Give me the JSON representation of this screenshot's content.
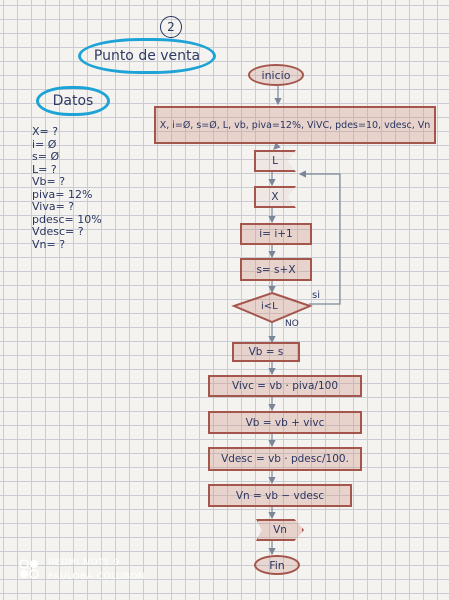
{
  "header": {
    "number": "2",
    "title": "Punto de venta",
    "datos": "Datos"
  },
  "variables": [
    "X= ?",
    "i= Ø",
    "s= Ø",
    "L= ?",
    "Vb= ?",
    "piva= 12%",
    "Viva= ?",
    "pdesc= 10%",
    "Vdesc= ?",
    "Vn= ?"
  ],
  "flow": {
    "start": "inicio",
    "init": "X, i=Ø, s=Ø, L, vb, piva=12%, ViVC, pdes=10, vdesc, Vn",
    "read_l": "L",
    "read_x": "X",
    "incr": "i= i+1",
    "sum": "s= s+X",
    "decision": "i<L",
    "yes_label": "si",
    "no_label": "NO",
    "vb": "Vb = s",
    "viva": "Vivc = vb · piva/100",
    "vb2": "Vb = vb + vivc",
    "vdesc": "Vdesc = vb · pdesc/100.",
    "vn": "Vn = vb − vdesc",
    "output": "Vn",
    "end": "Fin"
  },
  "watermark": {
    "device": "REDMI NOTE 9",
    "author": "PAULOBA COLOBON"
  },
  "colors": {
    "bubble": "#1ea3d6",
    "box_border": "#a4564d",
    "ink": "#2a3560"
  }
}
